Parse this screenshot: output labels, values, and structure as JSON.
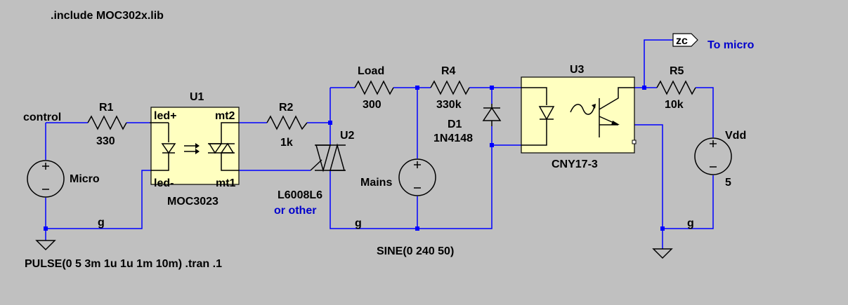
{
  "directive": ".include MOC302x.lib",
  "sim_commands": "PULSE(0 5 3m 1u 1u 1m 10m)  .tran .1",
  "net_labels": {
    "control": "control",
    "ground_1": "g",
    "ground_2": "g",
    "ground_3": "g",
    "zc_flag": "zc",
    "to_micro": "To micro"
  },
  "micro_source": {
    "name": "Micro"
  },
  "mains_source": {
    "name": "Mains",
    "value": "SINE(0 240 50)"
  },
  "vdd_source": {
    "name": "Vdd",
    "value": "5"
  },
  "r1": {
    "name": "R1",
    "value": "330"
  },
  "r2": {
    "name": "R2",
    "value": "1k"
  },
  "r4": {
    "name": "R4",
    "value": "330k"
  },
  "r5": {
    "name": "R5",
    "value": "10k"
  },
  "load": {
    "name": "Load",
    "value": "300"
  },
  "u1": {
    "name": "U1",
    "part": "MOC3023",
    "pins": {
      "led_plus": "led+",
      "led_minus": "led-",
      "mt2": "mt2",
      "mt1": "mt1"
    }
  },
  "u2": {
    "name": "U2",
    "part": "L6008L6",
    "note": "or other"
  },
  "d1": {
    "name": "D1",
    "part": "1N4148"
  },
  "u3": {
    "name": "U3",
    "part": "CNY17-3"
  },
  "colors": {
    "background": "#c0c0c0",
    "wire": "#0000ff",
    "component_fill": "#ffffc0",
    "note_text": "#0000cc"
  }
}
